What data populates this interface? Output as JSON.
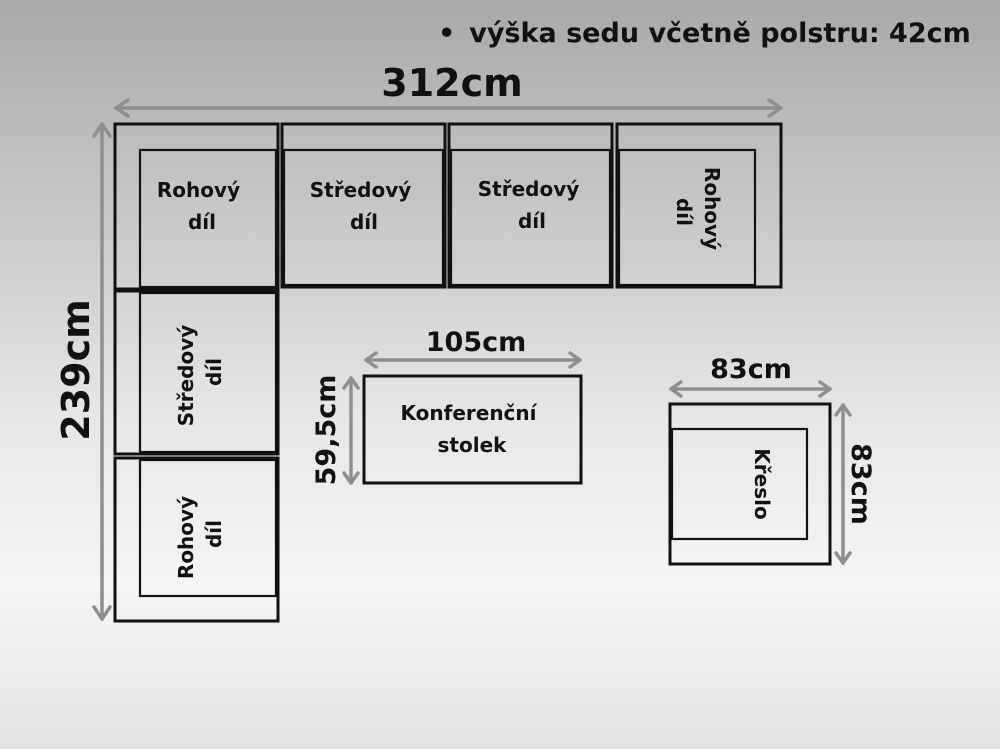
{
  "seat_note": {
    "bullet": "•",
    "text": "výška sedu včetně polstru: 42cm"
  },
  "dimensions": {
    "sofa_width": "312cm",
    "sofa_depth": "239cm",
    "table_width": "105cm",
    "table_depth": "59,5cm",
    "chair_width": "83cm",
    "chair_depth": "83cm"
  },
  "modules": {
    "top_corner_left": [
      "Rohový",
      "díl"
    ],
    "top_middle_1": [
      "Středový",
      "díl"
    ],
    "top_middle_2": [
      "Středový",
      "díl"
    ],
    "top_corner_right": [
      "Rohový",
      "díl"
    ],
    "left_middle": [
      "Středový",
      "díl"
    ],
    "left_corner": [
      "Rohový",
      "díl"
    ]
  },
  "table": [
    "Konferenční",
    "stolek"
  ],
  "chair": [
    "Křeslo"
  ],
  "colors": {
    "outline": "#111111",
    "dimension_arrow": "#8f8f8f"
  }
}
